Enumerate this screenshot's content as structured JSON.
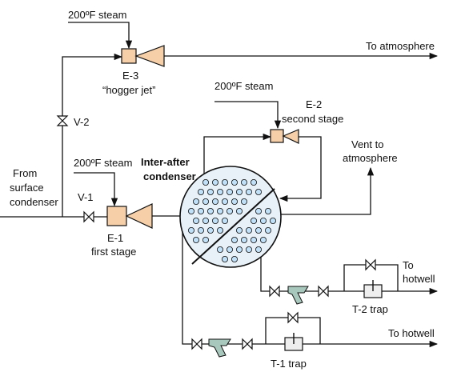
{
  "colors": {
    "line": "#111111",
    "ejector_body": "#f6cfa8",
    "ejector_nozzle": "#f6cfa8",
    "condenser_fill": "#e8f1f8",
    "tube": "#bfe0f6",
    "strainer": "#a8c8bd",
    "trap": "#eeeeee"
  },
  "labels": {
    "steam_e3": "200ºF steam",
    "to_atmosphere": "To  atmosphere",
    "e3_name": "E-3",
    "e3_desc": "“hogger jet”",
    "v2": "V-2",
    "steam_e2": "200ºF steam",
    "e2_name": "E-2",
    "e2_desc": "second stage",
    "vent_line1": "Vent to",
    "vent_line2": "atmosphere",
    "steam_e1": "200ºF steam",
    "inter_after_line1": "Inter-after",
    "inter_after_line2": "condenser",
    "from_line1": "From",
    "from_line2": "surface",
    "from_line3": "condenser",
    "v1": "V-1",
    "e1_name": "E-1",
    "e1_desc": "first stage",
    "to_hotwell_t2_line1": "To",
    "to_hotwell_t2_line2": "hotwell",
    "t2_trap": "T-2 trap",
    "to_hotwell_t1": "To hotwell",
    "t1_trap": "T-1 trap"
  }
}
